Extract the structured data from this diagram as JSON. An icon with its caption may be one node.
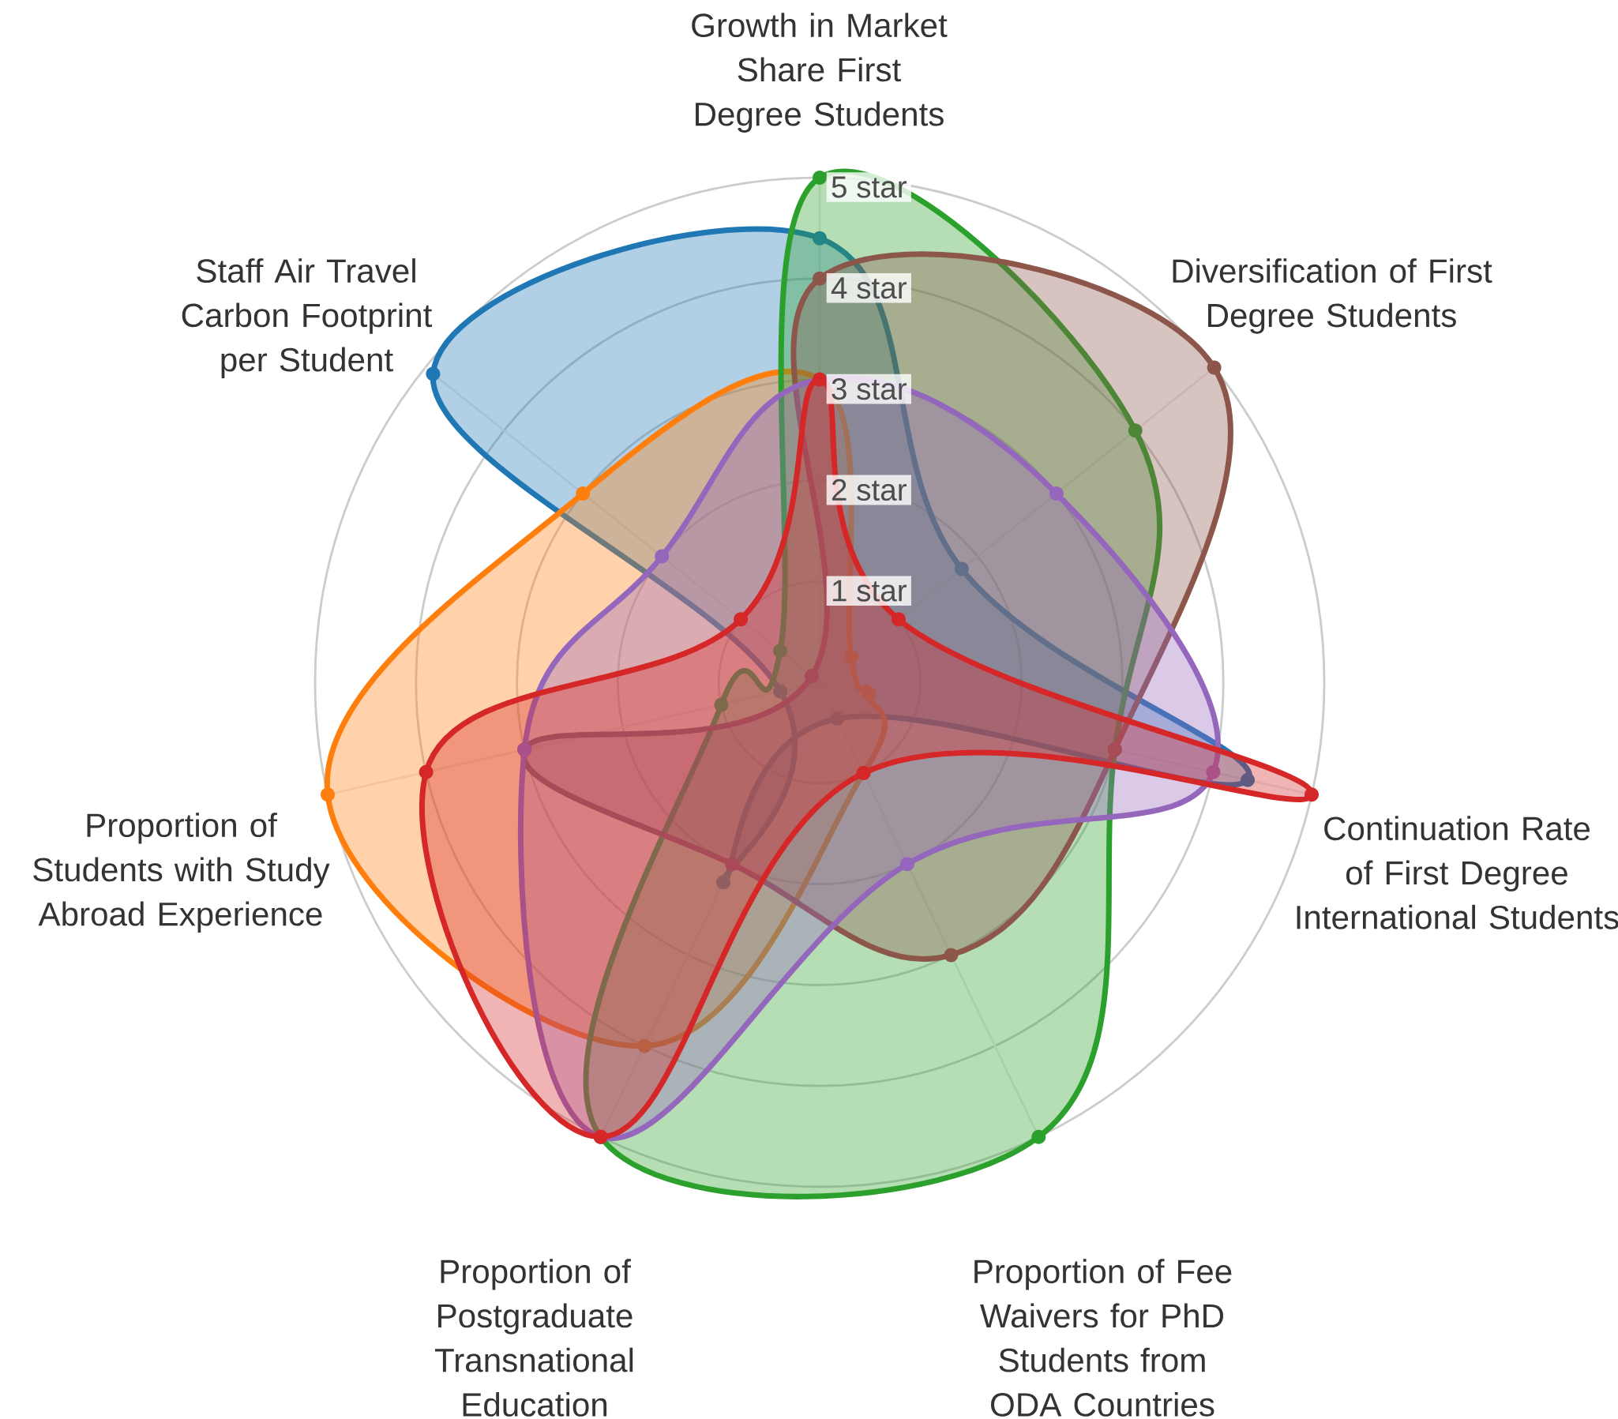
{
  "diagram": {
    "labels": [
      "Growth in Market Share First Degree Students",
      "5 star",
      "4 star",
      "3 star",
      "2 star",
      "1 star",
      "Staff Air Travel Carbon Footprint per Student",
      "Diversification of First Degree Students",
      "Proportion of Students with Study Abroad Experience",
      "Continuation Rate of First Degree International Students",
      "Proportion of Postgraduate Transnational Education",
      "Proportion of Fee Waivers for PhD Students from ODA Countries"
    ]
  }
}
